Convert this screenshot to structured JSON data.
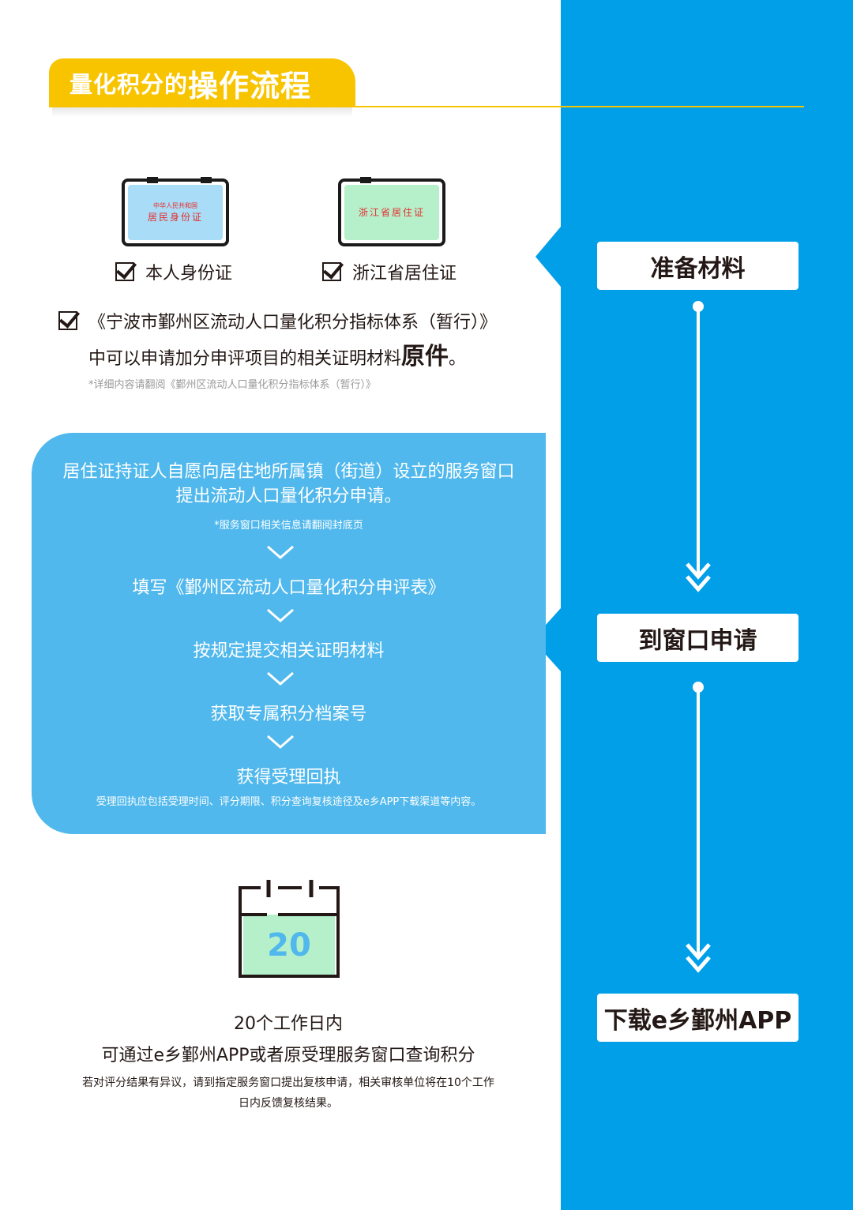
{
  "title": {
    "part1": "量化积分的",
    "part2": "操作流程"
  },
  "materials": {
    "id_card": {
      "line1": "中华人民共和国",
      "line2": "居民身份证",
      "label": "本人身份证"
    },
    "residence_card": {
      "line1": "浙江省居住证",
      "label": "浙江省居住证"
    },
    "doc_line1": "《宁波市鄞州区流动人口量化积分指标体系（暂行）》",
    "doc_line2_a": "中可以申请加分申评项目的相关证明材料",
    "doc_line2_b": "原件",
    "doc_line2_c": "。",
    "doc_note": "*详细内容请翻阅《鄞州区流动人口量化积分指标体系（暂行）》"
  },
  "application": {
    "line1": "居住证持证人自愿向居住地所属镇（街道）设立的服务窗口",
    "line2": "提出流动人口量化积分申请。",
    "note": "*服务窗口相关信息请翻阅封底页",
    "steps": [
      "填写《鄞州区流动人口量化积分申评表》",
      "按规定提交相关证明材料",
      "获取专属积分档案号",
      "获得受理回执"
    ],
    "receipt_note": "受理回执应包括受理时间、评分期限、积分查询复核途径及e乡APP下载渠道等内容。"
  },
  "result": {
    "calendar_day": "20",
    "line1": "20个工作日内",
    "line2": "可通过e乡鄞州APP或者原受理服务窗口查询积分",
    "note1": "若对评分结果有异议，请到指定服务窗口提出复核申请，相关审核单位将在10个工作",
    "note2": "日内反馈复核结果。"
  },
  "flow": {
    "stage1": "准备材料",
    "stage2": "到窗口申请",
    "stage3": "下载e乡鄞州APP"
  },
  "colors": {
    "blue": "#009fe8",
    "light_blue": "#50b8ec",
    "yellow": "#f8c400",
    "green": "#b5f0cb"
  }
}
